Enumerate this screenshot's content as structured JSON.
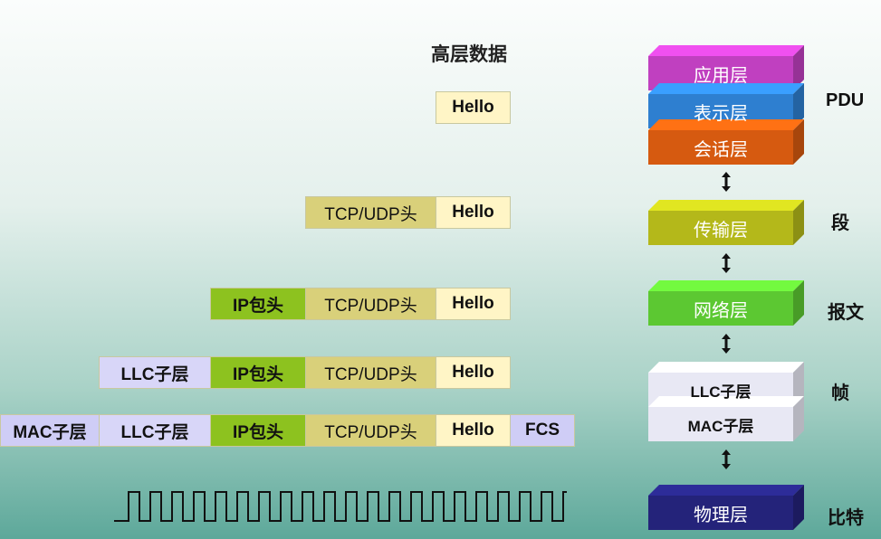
{
  "left": {
    "title": "高层数据",
    "rows": [
      {
        "segments": [
          {
            "label": "Hello",
            "kind": "hello"
          }
        ]
      },
      {
        "segments": [
          {
            "label": "TCP/UDP头",
            "kind": "tcp"
          },
          {
            "label": "Hello",
            "kind": "hello"
          }
        ]
      },
      {
        "segments": [
          {
            "label": "IP包头",
            "kind": "ip"
          },
          {
            "label": "TCP/UDP头",
            "kind": "tcp"
          },
          {
            "label": "Hello",
            "kind": "hello"
          }
        ]
      },
      {
        "segments": [
          {
            "label": "LLC子层",
            "kind": "llc"
          },
          {
            "label": "IP包头",
            "kind": "ip"
          },
          {
            "label": "TCP/UDP头",
            "kind": "tcp"
          },
          {
            "label": "Hello",
            "kind": "hello"
          }
        ]
      },
      {
        "segments": [
          {
            "label": "MAC子层",
            "kind": "mac"
          },
          {
            "label": "LLC子层",
            "kind": "llc"
          },
          {
            "label": "IP包头",
            "kind": "ip"
          },
          {
            "label": "TCP/UDP头",
            "kind": "tcp"
          },
          {
            "label": "Hello",
            "kind": "hello"
          },
          {
            "label": "FCS",
            "kind": "fcs"
          }
        ]
      }
    ]
  },
  "stack": {
    "layers": [
      {
        "label": "应用层",
        "color": "#c040c0"
      },
      {
        "label": "表示层",
        "color": "#2e7fd0"
      },
      {
        "label": "会话层",
        "color": "#d65a10"
      },
      {
        "label": "传输层",
        "color": "#b4b81a"
      },
      {
        "label": "网络层",
        "color": "#5cc832"
      },
      {
        "label": "LLC子层",
        "color": "#e8e8f4"
      },
      {
        "label": "MAC子层",
        "color": "#e8e8f4"
      },
      {
        "label": "物理层",
        "color": "#24237a"
      }
    ],
    "pdu_labels": [
      "PDU",
      "段",
      "报文",
      "帧",
      "比特"
    ]
  }
}
